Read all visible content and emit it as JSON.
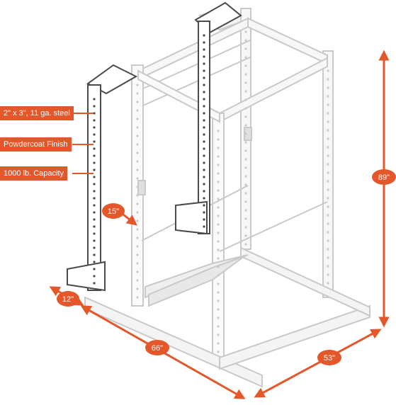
{
  "specs": [
    {
      "label": "2\" x 3\", 11 ga. steel"
    },
    {
      "label": "Powdercoat Finish"
    },
    {
      "label": "1000 lb. Capacity"
    }
  ],
  "dimensions": {
    "height": "89\"",
    "width": "53\"",
    "depth": "66\"",
    "foot": "12\"",
    "hole_spacing": "15\""
  },
  "colors": {
    "accent": "#e4572a",
    "frame_front": "#555555",
    "frame_rear": "#c9c9c9"
  }
}
